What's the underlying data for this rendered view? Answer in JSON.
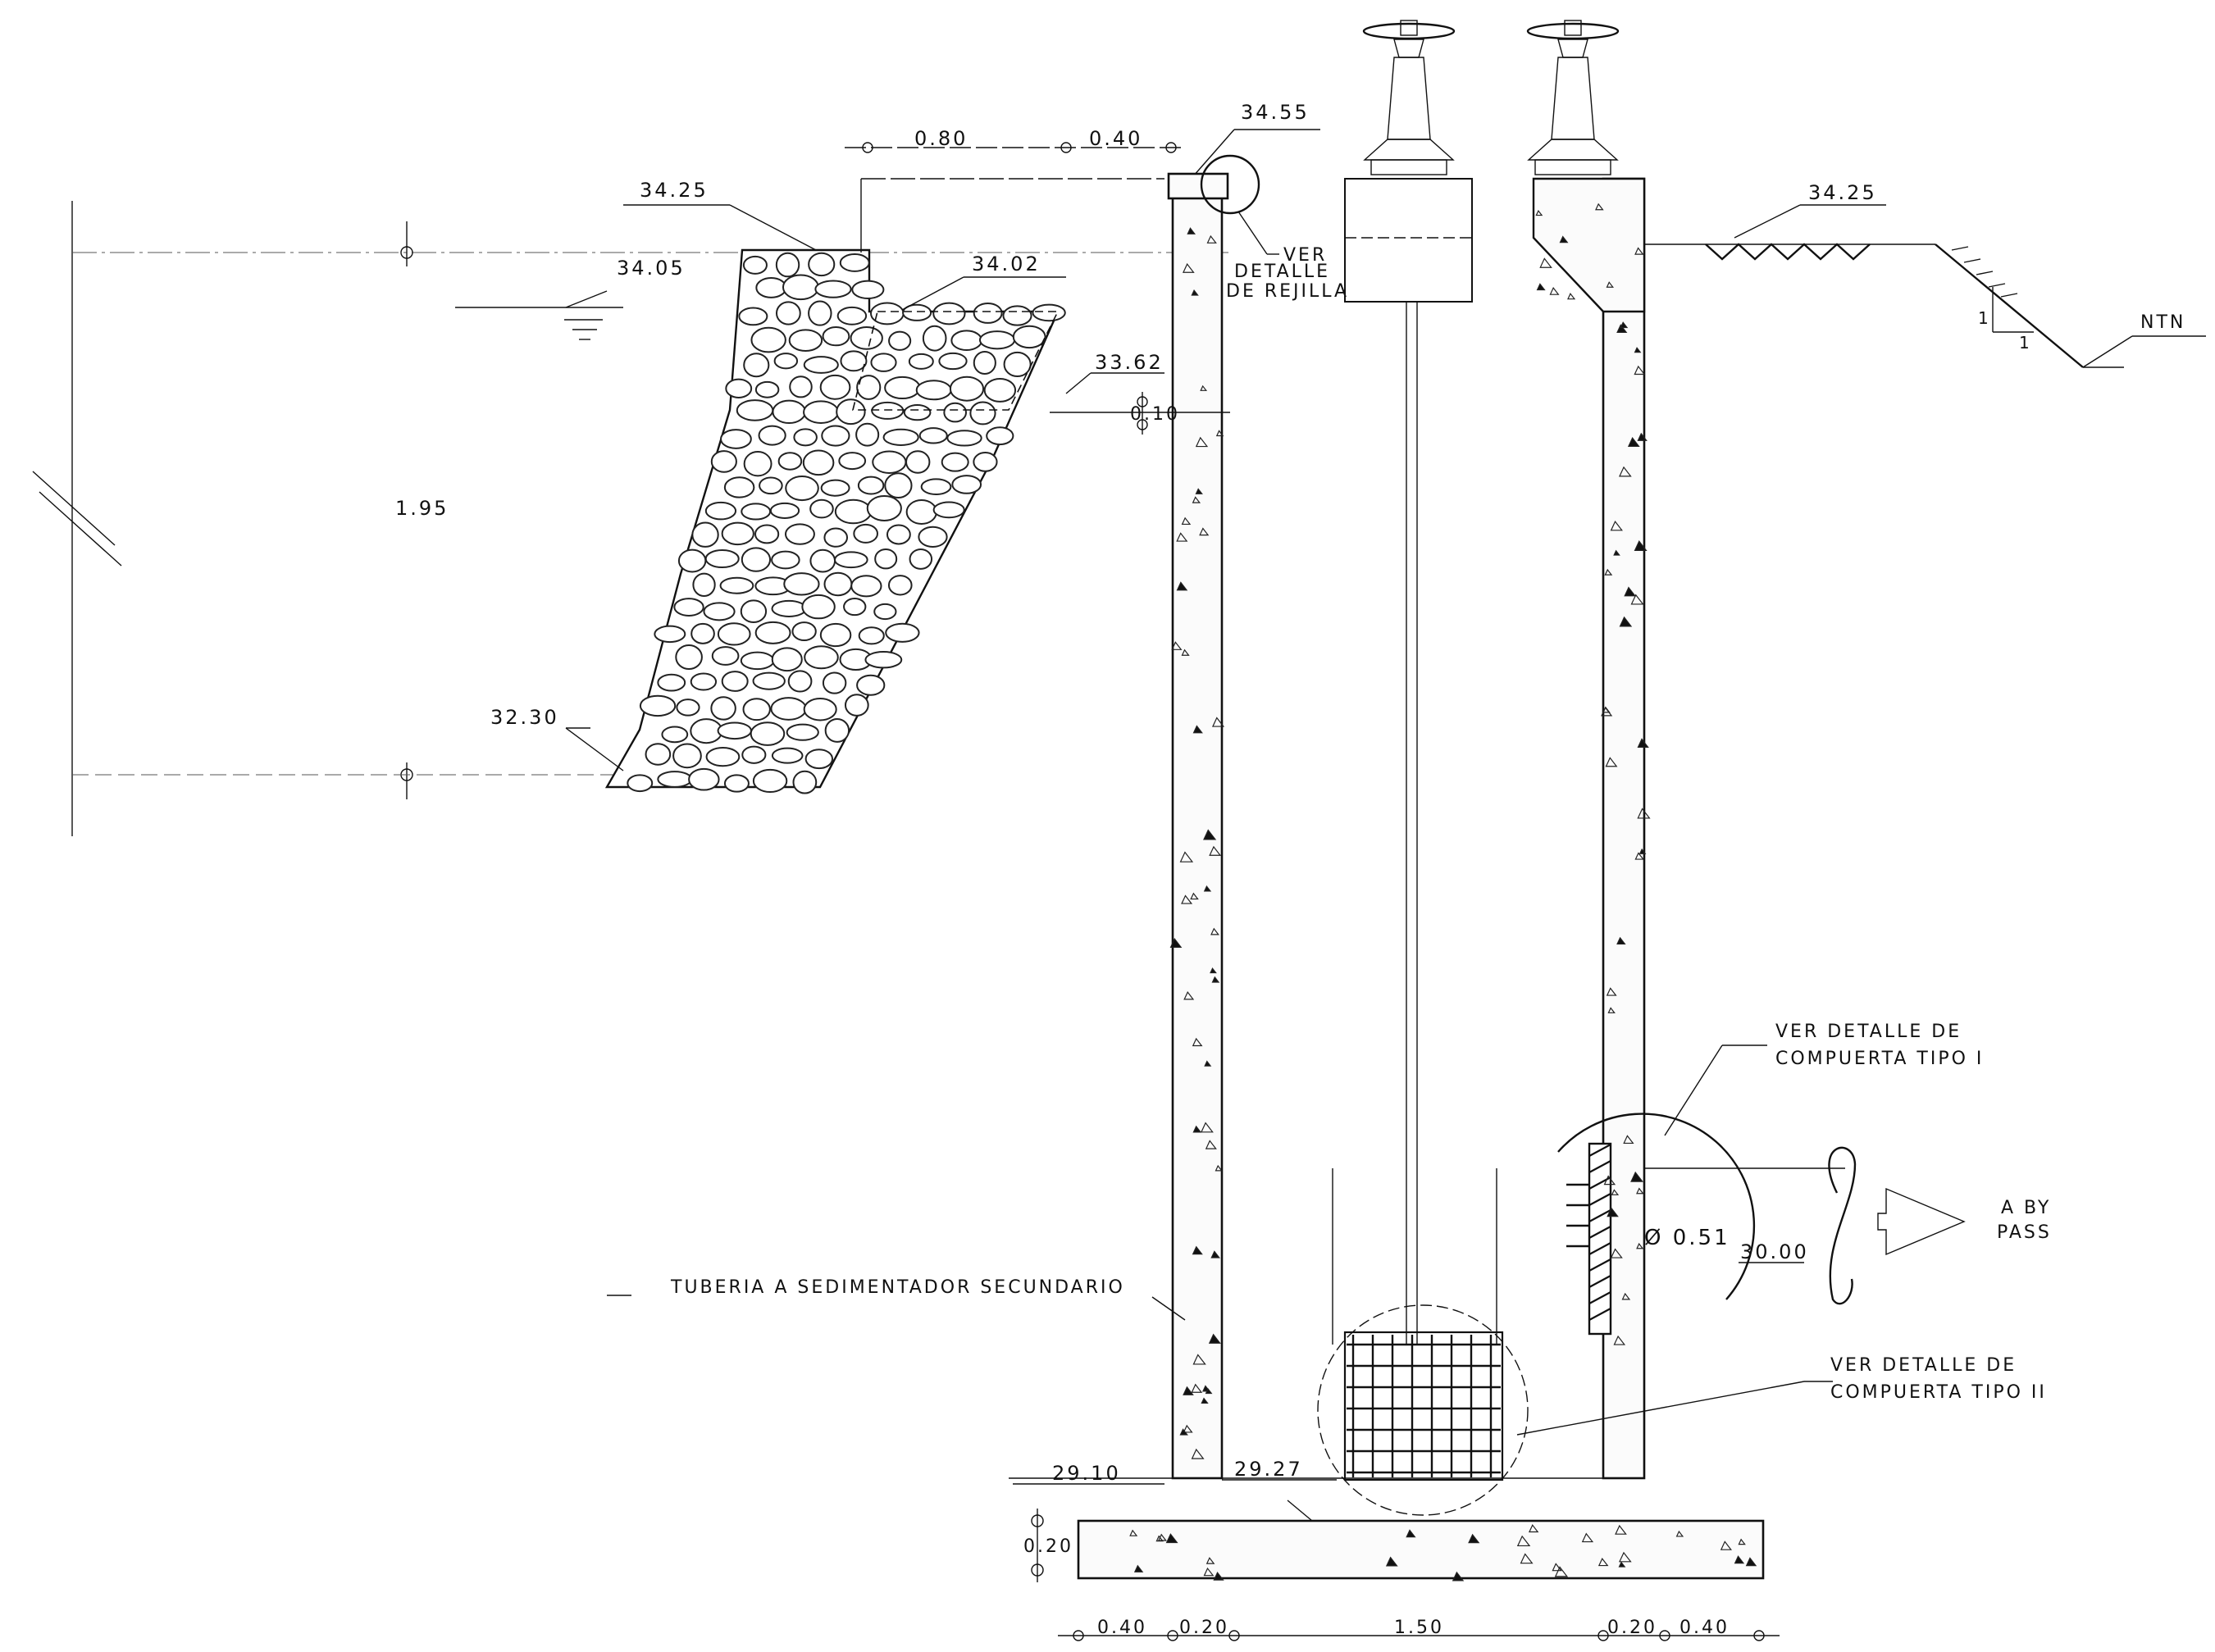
{
  "drawing": {
    "elevations": {
      "top_wall": "34.55",
      "left_water_level": "34.25",
      "left_surface": "34.05",
      "riprap_top": "34.02",
      "weir_crest": "33.62",
      "riprap_bottom": "32.30",
      "right_ground": "34.25",
      "bottom_left": "29.10",
      "bottom_inner": "29.27",
      "bypass_pipe": "30.00"
    },
    "dimensions": {
      "top_span_a": "0.80",
      "top_span_b": "0.40",
      "weir_gap": "0.10",
      "depth_left": "1.95",
      "floor_thickness": "0.20",
      "bottom_left_wall": "0.40",
      "bottom_left_wall_inner": "0.20",
      "bottom_center": "1.50",
      "bottom_right_wall_inner": "0.20",
      "bottom_right_wall": "0.40",
      "slope_v": "1",
      "slope_h": "1"
    },
    "notes": {
      "grille_line1": "VER",
      "grille_line2": "DETALLE",
      "grille_line3": "DE REJILLA",
      "gate1_line1": "VER DETALLE DE",
      "gate1_line2": "COMPUERTA TIPO I",
      "gate2_line1": "VER DETALLE DE",
      "gate2_line2": "COMPUERTA TIPO II",
      "pipe_label": "TUBERIA A SEDIMENTADOR SECUNDARIO",
      "diameter": "Ø 0.51",
      "bypass_line1": "A BY",
      "bypass_line2": "PASS",
      "ground_label": "NTN"
    }
  }
}
